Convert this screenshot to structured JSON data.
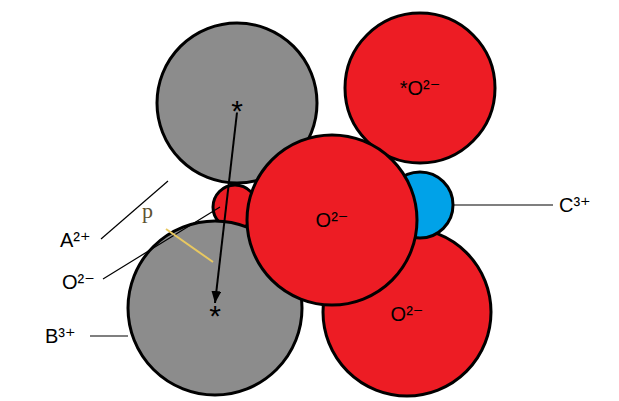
{
  "diagram": {
    "nodes": [
      {
        "text": [
          "*"
        ]
      },
      {
        "text": [
          "*O²⁻"
        ]
      },
      {
        "text": [
          "O²⁻"
        ]
      },
      {
        "text": [
          "*"
        ]
      },
      {
        "text": [
          "O²⁻"
        ]
      }
    ],
    "edges": [
      {
        "from": 0,
        "to": 3,
        "arrow": "to"
      }
    ],
    "labels": [
      "A²⁺",
      "p⃗",
      "O²⁻",
      "B³⁺",
      "C³⁺"
    ]
  }
}
